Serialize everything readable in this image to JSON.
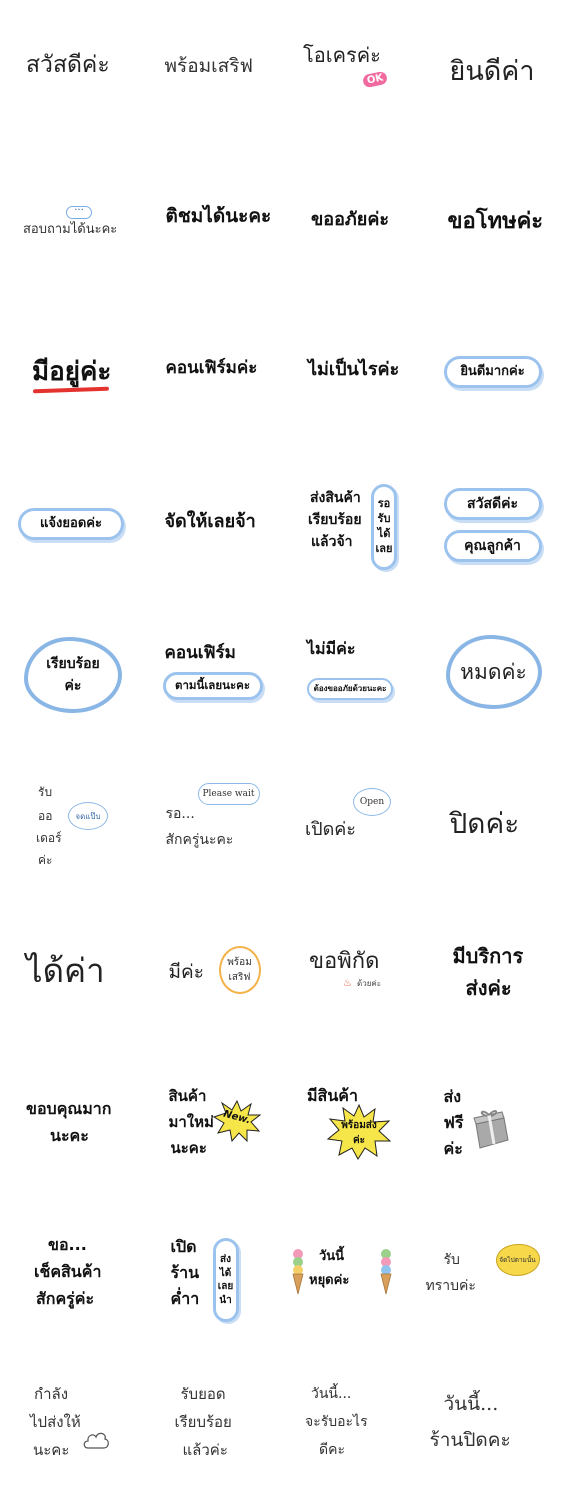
{
  "stickers": {
    "r1": {
      "c1": "สวัสดีค่ะ",
      "c2": "พร้อมเสริฟ",
      "c3": "โอเครค่ะ",
      "c3_badge": "OK",
      "c4": "ยินดีค่า"
    },
    "r2": {
      "c1_dots": "···",
      "c1": "สอบถามได้นะคะ",
      "c2": "ติชมได้นะคะ",
      "c3": "ขออภัยค่ะ",
      "c4": "ขอโทษค่ะ"
    },
    "r3": {
      "c1": "มีอยู่ค่ะ",
      "c2": "คอนเฟิร์มค่ะ",
      "c3": "ไม่เป็นไรค่ะ",
      "c4": "ยินดีมากค่ะ"
    },
    "r4": {
      "c1": "แจ้งยอดค่ะ",
      "c2": "จัดให้เลยจ้า",
      "c3_l1": "ส่งสินค้า",
      "c3_l2": "เรียบร้อย",
      "c3_l3": "แล้วจ้า",
      "c3_v1": "รอ",
      "c3_v2": "รับ",
      "c3_v3": "ได้",
      "c3_v4": "เลย",
      "c4_a": "สวัสดีค่ะ",
      "c4_b": "คุณลูกค้า"
    },
    "r5": {
      "c1_l1": "เรียบร้อย",
      "c1_l2": "ค่ะ",
      "c2_l1": "คอนเฟิร์ม",
      "c2_l2": "ตามนี้เลยนะคะ",
      "c3_l1": "ไม่มีค่ะ",
      "c3_l2": "ต้องขออภัยด้วยนะคะ",
      "c4": "หมดค่ะ"
    },
    "r6": {
      "c1_l1": "รับ",
      "c1_l2": "ออ",
      "c1_l3": "เดอร์",
      "c1_l4": "ค่ะ",
      "c1_bub": "จดแป๊บ",
      "c2_bub": "Please wait",
      "c2_l1": "รอ...",
      "c2_l2": "สักครู่นะคะ",
      "c3_bub": "Open",
      "c3": "เปิดค่ะ",
      "c4": "ปิดค่ะ"
    },
    "r7": {
      "c1": "ได้ค่า",
      "c2": "มีค่ะ",
      "c2_b1": "พร้อม",
      "c2_b2": "เสริฟ",
      "c3": "ขอพิกัด",
      "c3_sub": "ด้วยค่ะ",
      "c4_l1": "มีบริการ",
      "c4_l2": "ส่งค่ะ"
    },
    "r8": {
      "c1_l1": "ขอบคุณมาก",
      "c1_l2": "นะคะ",
      "c2_l1": "สินค้า",
      "c2_l2": "มาใหม่",
      "c2_l3": "นะคะ",
      "c2_star": "New.",
      "c3_l1": "มีสินค้า",
      "c3_s1": "พร้อมส่ง",
      "c3_s2": "ค่ะ",
      "c4_l1": "ส่ง",
      "c4_l2": "ฟรี",
      "c4_l3": "ค่ะ"
    },
    "r9": {
      "c1_l1": "ขอ...",
      "c1_l2": "เช็คสินค้า",
      "c1_l3": "สักครู่ค่ะ",
      "c2_l1": "เปิด",
      "c2_l2": "ร้าน",
      "c2_l3": "ค่ำา",
      "c2_v1": "ส่ง",
      "c2_v2": "ได้",
      "c2_v3": "เลย",
      "c2_v4": "นำ",
      "c3_l1": "วันนี้",
      "c3_l2": "หยุดค่ะ",
      "c4_l1": "รับ",
      "c4_l2": "ทราบค่ะ",
      "c4_bub": "จัดไปตามนั้น"
    },
    "r10": {
      "c1_l1": "กำลัง",
      "c1_l2": "ไปส่งให้",
      "c1_l3": "นะคะ",
      "c2_l1": "รับยอด",
      "c2_l2": "เรียบร้อย",
      "c2_l3": "แล้วค่ะ",
      "c3_l1": "วันนี้...",
      "c3_l2": "จะรับอะไร",
      "c3_l3": "ดีคะ",
      "c4_l1": "วันนี้...",
      "c4_l2": "ร้านปิดคะ"
    }
  },
  "colors": {
    "bubble_blue": "#9cc3ee",
    "red": "#e4332f",
    "yellow": "#f7e64a",
    "orange": "#f4b24a",
    "pink": "#f06aa0"
  }
}
